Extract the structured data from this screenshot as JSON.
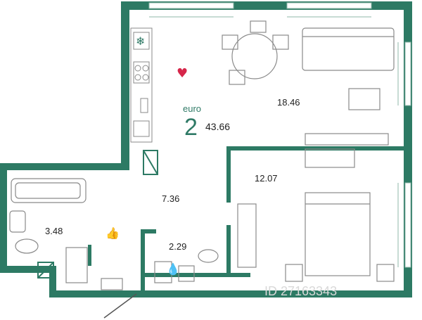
{
  "plan": {
    "euro_label": "euro",
    "rooms_count": "2",
    "total_area": "43.66",
    "areas": {
      "living_kitchen": "18.46",
      "bedroom": "12.07",
      "hallway": "7.36",
      "bathroom": "3.48",
      "toilet": "2.29"
    },
    "watermark": "ID 27163343"
  },
  "colors": {
    "wall": "#2d7a64",
    "window_line": "#8fb7aa",
    "furniture": "#8a8a8a",
    "heart": "#d6264a",
    "water_drop": "#2f8fd6",
    "thumb": "#3b9a5a"
  }
}
